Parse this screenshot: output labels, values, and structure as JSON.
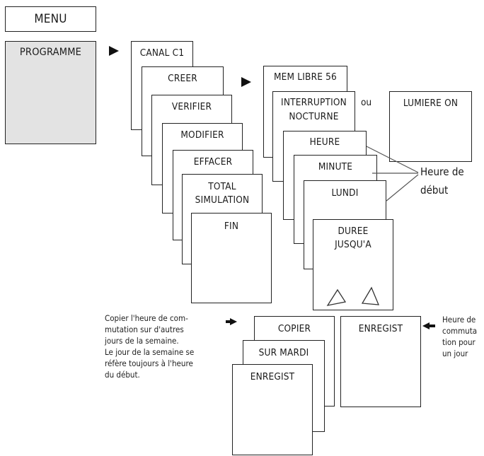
{
  "menu": {
    "title": "MENU",
    "programme": "PROGRAMME"
  },
  "stack_main": {
    "canal": "CANAL C1",
    "creer": "CREER",
    "verifier": "VERIFIER",
    "modifier": "MODIFIER",
    "effacer": "EFFACER",
    "total_line1": "TOTAL",
    "total_line2": "SIMULATION",
    "fin": "FIN"
  },
  "stack_creer": {
    "mem": "MEM LIBRE 56",
    "interruption_line1": "INTERRUPTION",
    "interruption_line2": "NOCTURNE",
    "ou": "ou",
    "lumiere": "LUMIERE ON",
    "heure": "HEURE",
    "minute": "MINUTE",
    "lundi": "LUNDI",
    "duree_line1": "DUREE",
    "duree_line2": "JUSQU'A"
  },
  "heure_debut": {
    "line1": "Heure de",
    "line2": "début"
  },
  "copier_note": {
    "lines": [
      "Copier l'heure de com-",
      "mutation sur d'autres",
      "jours de la semaine.",
      "Le jour de la semaine se",
      "réfère toujours à l'heure",
      "du début."
    ]
  },
  "stack_copier": {
    "copier": "COPIER",
    "sur_mardi": "SUR MARDI",
    "enregist": "ENREGIST"
  },
  "enregist_single": {
    "label": "ENREGIST"
  },
  "right_note": {
    "lines": [
      "Heure de",
      "commuta",
      "tion pour",
      "un jour"
    ]
  }
}
